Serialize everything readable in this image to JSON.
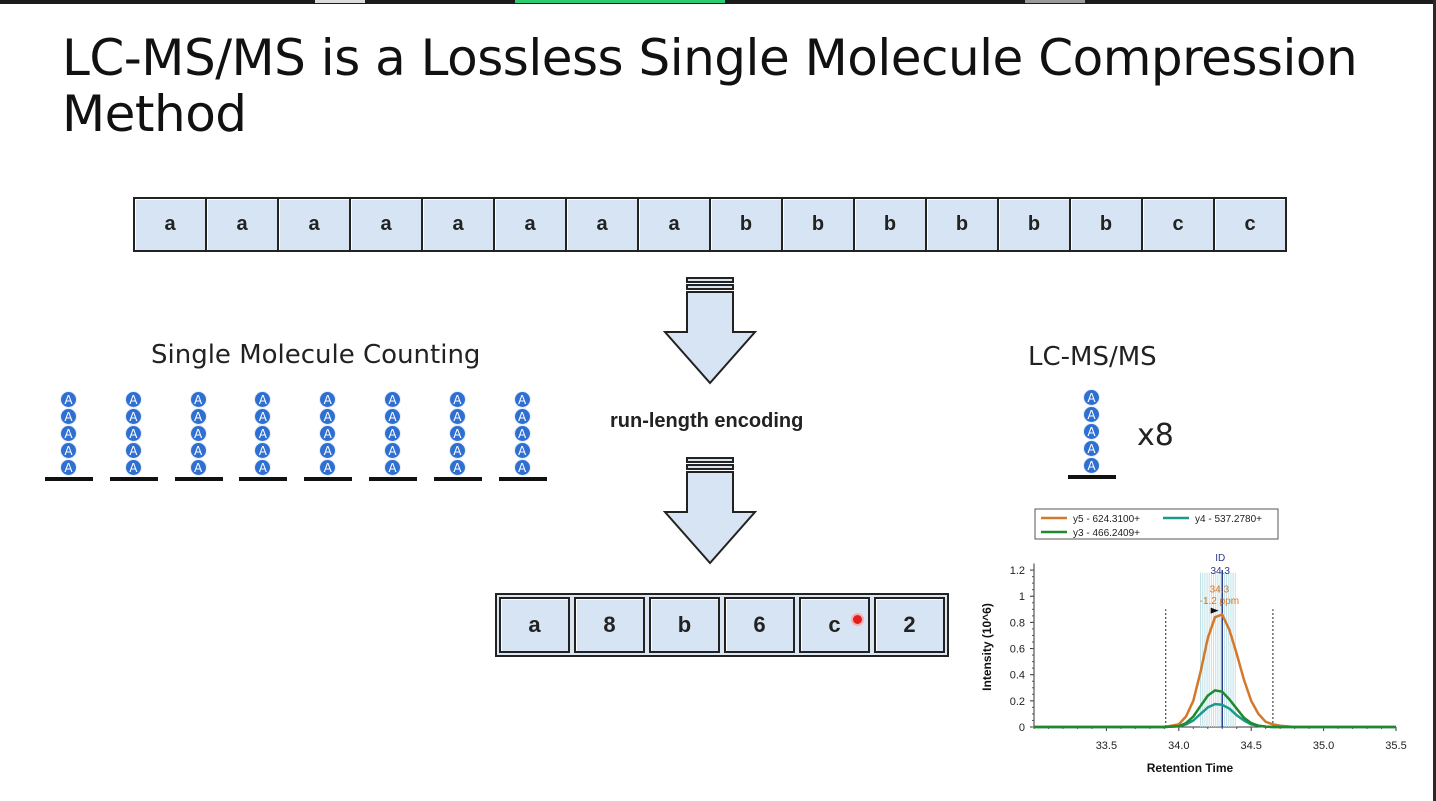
{
  "slide": {
    "title": "LC-MS/MS is a Lossless Single Molecule Compression Method",
    "top_sequence": [
      "a",
      "a",
      "a",
      "a",
      "a",
      "a",
      "a",
      "a",
      "b",
      "b",
      "b",
      "b",
      "b",
      "b",
      "c",
      "c"
    ],
    "encoded_sequence": [
      "a",
      "8",
      "b",
      "6",
      "c",
      "2"
    ],
    "left_label": "Single Molecule Counting",
    "right_label": "LC-MS/MS",
    "arrow_label": "run-length encoding",
    "multiplier_label": "x8",
    "bead_letter": "A",
    "left_stacks": 8,
    "beads_per_stack": 5
  },
  "colors": {
    "cell_fill": "#d6e4f3",
    "bead_blue": "#2f6fd1",
    "arrow_fill": "#d6e4f3",
    "y5": "#d4782a",
    "y4": "#1a9a8a",
    "y3": "#1e8a2e",
    "id_marker": "#2b3a8a"
  },
  "chart_data": {
    "type": "line",
    "xlabel": "Retention Time",
    "ylabel": "Intensity (10^6)",
    "xlim": [
      33.0,
      35.5
    ],
    "ylim": [
      0,
      1.3
    ],
    "xticks": [
      "33.5",
      "34.0",
      "34.5",
      "35.0",
      "35.5"
    ],
    "yticks": [
      "0",
      "0.2",
      "0.4",
      "0.6",
      "0.8",
      "1",
      "1.2"
    ],
    "legend_position": "top",
    "integration_bounds": [
      33.91,
      34.65
    ],
    "id_marker": {
      "x": 34.3,
      "label": "ID",
      "value": "34.3"
    },
    "peak_annotation": {
      "rt": "34.3",
      "ppm": "-1.2 ppm"
    },
    "x": [
      33.0,
      33.9,
      34.0,
      34.05,
      34.1,
      34.15,
      34.2,
      34.25,
      34.3,
      34.35,
      34.4,
      34.45,
      34.5,
      34.55,
      34.6,
      34.65,
      34.7,
      34.8,
      35.5
    ],
    "series": [
      {
        "name": "y5 - 624.3100+",
        "color": "#d4782a",
        "values": [
          0,
          0,
          0.02,
          0.08,
          0.2,
          0.42,
          0.68,
          0.84,
          0.86,
          0.74,
          0.56,
          0.36,
          0.2,
          0.1,
          0.04,
          0.02,
          0.01,
          0,
          0
        ]
      },
      {
        "name": "y4 - 537.2780+",
        "color": "#1a9a8a",
        "values": [
          0,
          0,
          0.005,
          0.02,
          0.05,
          0.1,
          0.15,
          0.175,
          0.17,
          0.14,
          0.09,
          0.05,
          0.02,
          0.01,
          0.003,
          0,
          0,
          0,
          0
        ]
      },
      {
        "name": "y3 - 466.2409+",
        "color": "#1e8a2e",
        "values": [
          0,
          0,
          0.005,
          0.03,
          0.08,
          0.16,
          0.24,
          0.28,
          0.27,
          0.21,
          0.14,
          0.07,
          0.03,
          0.01,
          0.003,
          0,
          0,
          0,
          0
        ]
      }
    ]
  }
}
